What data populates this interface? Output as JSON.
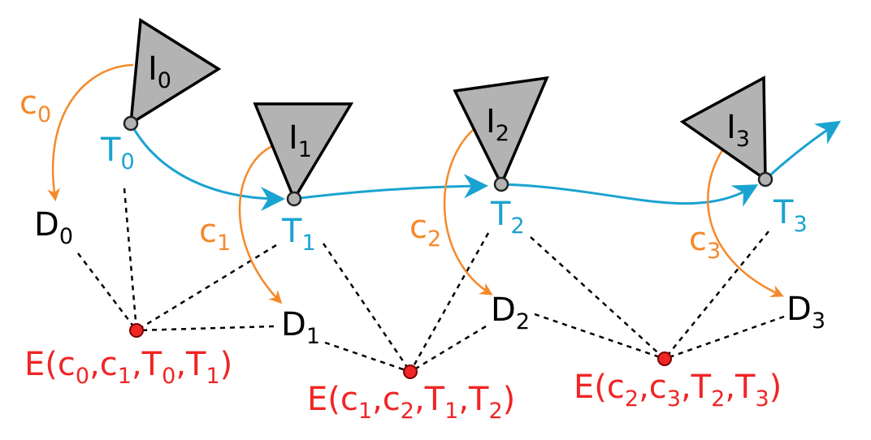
{
  "colors": {
    "trajectory": "#1aa3d1",
    "correction": "#f5892a",
    "error": "#f02525",
    "camera_fill": "#b3b3b3",
    "text": "#000000"
  },
  "images": [
    {
      "base": "I",
      "sub": "0"
    },
    {
      "base": "I",
      "sub": "1"
    },
    {
      "base": "I",
      "sub": "2"
    },
    {
      "base": "I",
      "sub": "3"
    }
  ],
  "poses": [
    {
      "base": "T",
      "sub": "0"
    },
    {
      "base": "T",
      "sub": "1"
    },
    {
      "base": "T",
      "sub": "2"
    },
    {
      "base": "T",
      "sub": "3"
    }
  ],
  "depths": [
    {
      "base": "D",
      "sub": "0"
    },
    {
      "base": "D",
      "sub": "1"
    },
    {
      "base": "D",
      "sub": "2"
    },
    {
      "base": "D",
      "sub": "3"
    }
  ],
  "corrections": [
    {
      "base": "c",
      "sub": "0"
    },
    {
      "base": "c",
      "sub": "1"
    },
    {
      "base": "c",
      "sub": "2"
    },
    {
      "base": "c",
      "sub": "3"
    }
  ],
  "errors": [
    {
      "prefix": "E(c",
      "s1": "0",
      "t1": ",c",
      "s2": "1",
      "t2": ",T",
      "s3": "0",
      "t3": ",T",
      "s4": "1",
      "suffix": ")"
    },
    {
      "prefix": "E(c",
      "s1": "1",
      "t1": ",c",
      "s2": "2",
      "t2": ",T",
      "s3": "1",
      "t3": ",T",
      "s4": "2",
      "suffix": ")"
    },
    {
      "prefix": "E(c",
      "s1": "2",
      "t1": ",c",
      "s2": "3",
      "t2": ",T",
      "s3": "2",
      "t3": ",T",
      "s4": "3",
      "suffix": ")"
    }
  ]
}
